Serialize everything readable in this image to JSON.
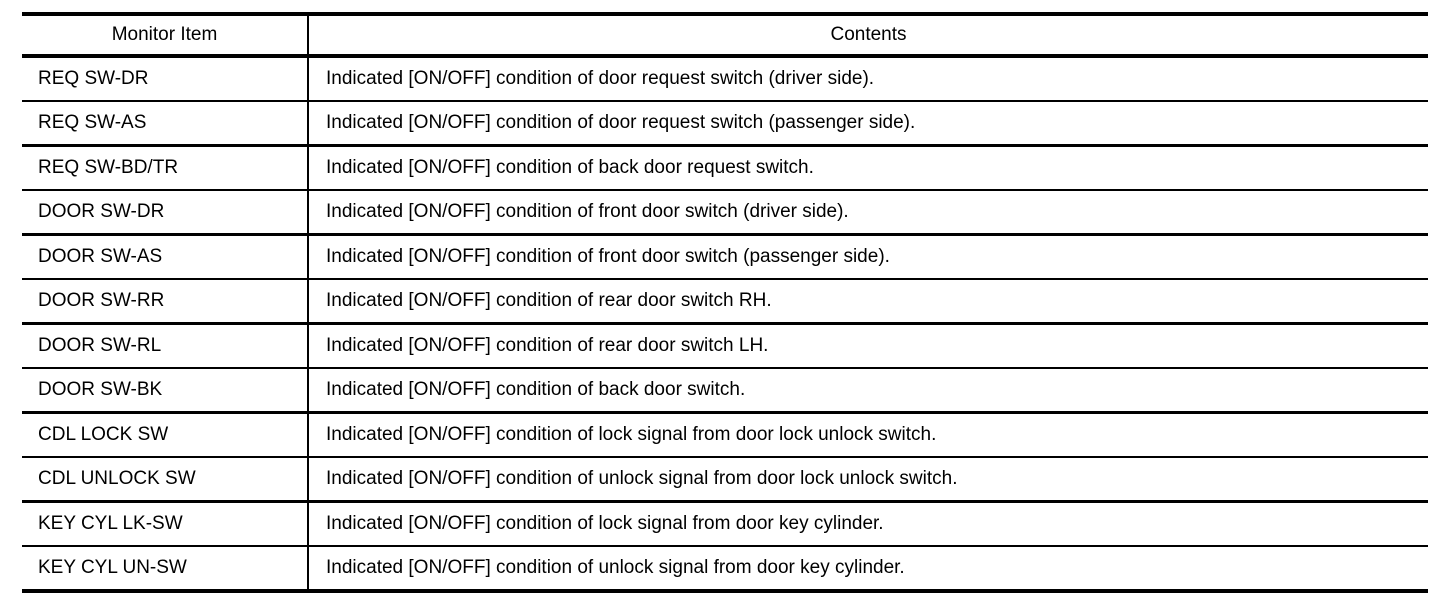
{
  "table": {
    "columns": [
      {
        "key": "monitor_item",
        "label": "Monitor Item",
        "align": "center"
      },
      {
        "key": "contents",
        "label": "Contents",
        "align": "center"
      }
    ],
    "rows": [
      {
        "monitor_item": "REQ SW-DR",
        "contents": "Indicated [ON/OFF] condition of door request switch (driver side)."
      },
      {
        "monitor_item": "REQ SW-AS",
        "contents": "Indicated [ON/OFF] condition of door request switch (passenger side)."
      },
      {
        "monitor_item": "REQ SW-BD/TR",
        "contents": "Indicated [ON/OFF] condition of back door request switch."
      },
      {
        "monitor_item": "DOOR SW-DR",
        "contents": "Indicated [ON/OFF] condition of front door switch (driver side)."
      },
      {
        "monitor_item": "DOOR SW-AS",
        "contents": "Indicated [ON/OFF] condition of front door switch (passenger side)."
      },
      {
        "monitor_item": "DOOR SW-RR",
        "contents": "Indicated [ON/OFF] condition of rear door switch RH."
      },
      {
        "monitor_item": "DOOR SW-RL",
        "contents": "Indicated [ON/OFF] condition of rear door switch LH."
      },
      {
        "monitor_item": "DOOR SW-BK",
        "contents": "Indicated [ON/OFF] condition of back door switch."
      },
      {
        "monitor_item": "CDL LOCK SW",
        "contents": "Indicated [ON/OFF] condition of lock signal from door lock unlock switch."
      },
      {
        "monitor_item": "CDL UNLOCK SW",
        "contents": "Indicated [ON/OFF] condition of unlock signal from door lock unlock switch."
      },
      {
        "monitor_item": "KEY CYL LK-SW",
        "contents": "Indicated [ON/OFF] condition of lock signal from door key cylinder."
      },
      {
        "monitor_item": "KEY CYL UN-SW",
        "contents": "Indicated [ON/OFF] condition of unlock signal from door key cylinder."
      }
    ]
  },
  "colors": {
    "rule": "#000000",
    "text": "#000000",
    "background": "#ffffff"
  }
}
